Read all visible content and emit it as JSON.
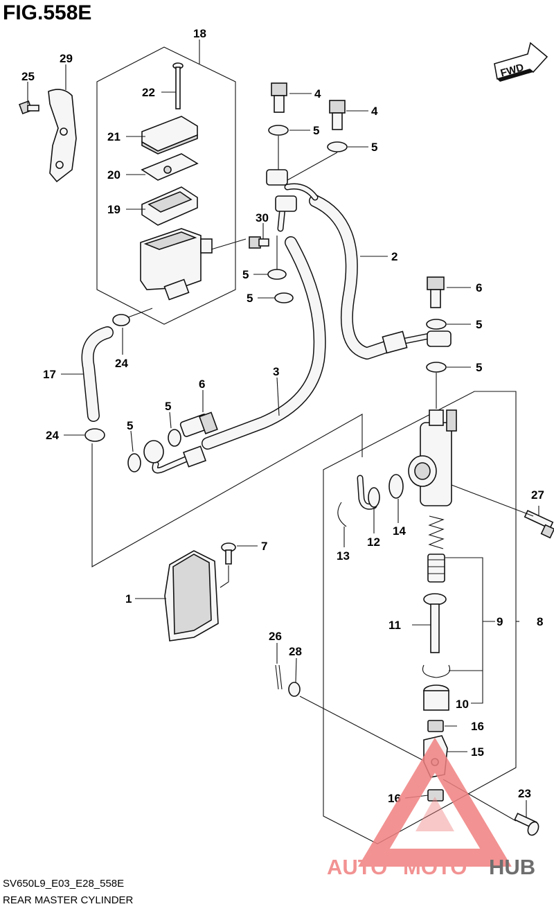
{
  "title": "FIG.558E",
  "footer": {
    "model_code": "SV650L9_E03_E28_558E",
    "name": "REAR MASTER CYLINDER"
  },
  "fwd_label": "FWD",
  "watermark": {
    "text_a": "AUTO",
    "text_b": "MOTO",
    "text_c": "HUB",
    "color_main": "#f08080",
    "color_dark": "#555555"
  },
  "callouts": {
    "c1": "1",
    "c2": "2",
    "c3": "3",
    "c4a": "4",
    "c4b": "4",
    "c5a": "5",
    "c5b": "5",
    "c5c": "5",
    "c5d": "5",
    "c5e": "5",
    "c5f": "5",
    "c5g": "5",
    "c5h": "5",
    "c6a": "6",
    "c6b": "6",
    "c7": "7",
    "c8": "8",
    "c9": "9",
    "c10": "10",
    "c11": "11",
    "c12": "12",
    "c13": "13",
    "c14": "14",
    "c15": "15",
    "c16a": "16",
    "c16b": "16",
    "c17": "17",
    "c18": "18",
    "c19": "19",
    "c20": "20",
    "c21": "21",
    "c22": "22",
    "c23": "23",
    "c24a": "24",
    "c24b": "24",
    "c25": "25",
    "c26": "26",
    "c27": "27",
    "c28": "28",
    "c29": "29",
    "c30": "30"
  }
}
